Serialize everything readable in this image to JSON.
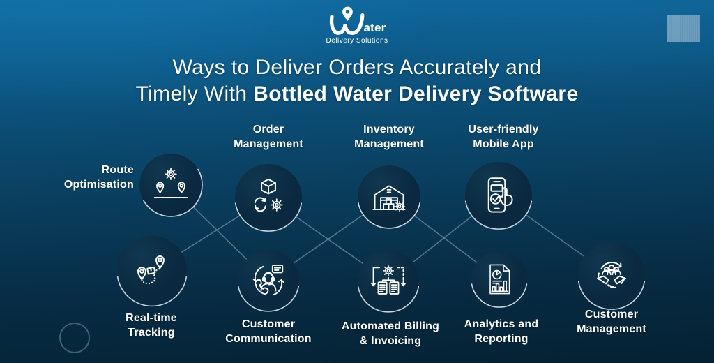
{
  "logo": {
    "word_end": "ater",
    "tagline": "Delivery Solutions"
  },
  "title": {
    "line1": "Ways to Deliver Orders Accurately and",
    "line2_regular": "Timely With ",
    "line2_bold": "Bottled Water Delivery Software"
  },
  "features": [
    {
      "label": "Route Optimisation",
      "icon": "route-optimisation-icon",
      "row": "top"
    },
    {
      "label": "Order Management",
      "icon": "order-management-icon",
      "row": "top"
    },
    {
      "label": "Inventory Management",
      "icon": "inventory-management-icon",
      "row": "top"
    },
    {
      "label": "User-friendly Mobile App",
      "icon": "mobile-app-icon",
      "row": "top"
    },
    {
      "label": "Real-time Tracking",
      "icon": "real-time-tracking-icon",
      "row": "bottom"
    },
    {
      "label": "Customer Communication",
      "icon": "customer-communication-icon",
      "row": "bottom"
    },
    {
      "label": "Automated Billing & Invoicing",
      "icon": "automated-billing-icon",
      "row": "bottom"
    },
    {
      "label": "Analytics and Reporting",
      "icon": "analytics-reporting-icon",
      "row": "bottom"
    },
    {
      "label": "Customer Management",
      "icon": "customer-management-icon",
      "row": "bottom"
    }
  ],
  "colors": {
    "background_top": "#0f6ba3",
    "background_bottom": "#052133",
    "circle_fill": "#0b2c42",
    "icon_stroke": "#ffffff",
    "connector_line": "#a8c6d6",
    "text": "#ffffff"
  }
}
